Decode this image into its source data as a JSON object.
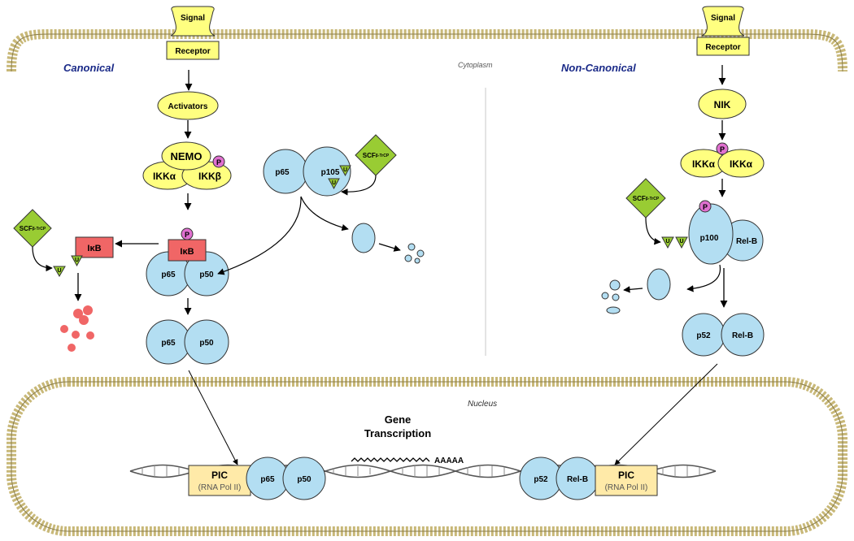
{
  "section_labels": {
    "canonical": "Canonical",
    "non_canonical": "Non-Canonical",
    "cytoplasm": "Cytoplasm",
    "nucleus": "Nucleus"
  },
  "canonical": {
    "signal": "Signal",
    "receptor": "Receptor",
    "activators": "Activators",
    "nemo": "NEMO",
    "ikk_alpha": "IKKα",
    "ikk_beta": "IKKβ",
    "phospho": "P",
    "ikb": "IκB",
    "p65": "p65",
    "p50": "p50",
    "p105": "p105",
    "ubiquitin": "U",
    "scf_main": "SCF",
    "scf_sup": "β-TrCP"
  },
  "non_canonical": {
    "signal": "Signal",
    "receptor": "Receptor",
    "nik": "NIK",
    "ikk_alpha": "IKKα",
    "phospho": "P",
    "p100": "p100",
    "relb": "Rel-B",
    "p52": "p52",
    "ubiquitin": "U",
    "scf_main": "SCF",
    "scf_sup": "β-TrCP"
  },
  "nucleus": {
    "gene_transcription_line1": "Gene",
    "gene_transcription_line2": "Transcription",
    "polya": "AAAAA",
    "pic": "PIC",
    "pic_sub": "(RNA Pol II)"
  },
  "colors": {
    "yellow": "#ffff80",
    "blue": "#b3def2",
    "red": "#f06666",
    "green": "#99cc33",
    "pink": "#e070d0",
    "pic": "#ffeaa8",
    "membrane": "#c8b878"
  }
}
